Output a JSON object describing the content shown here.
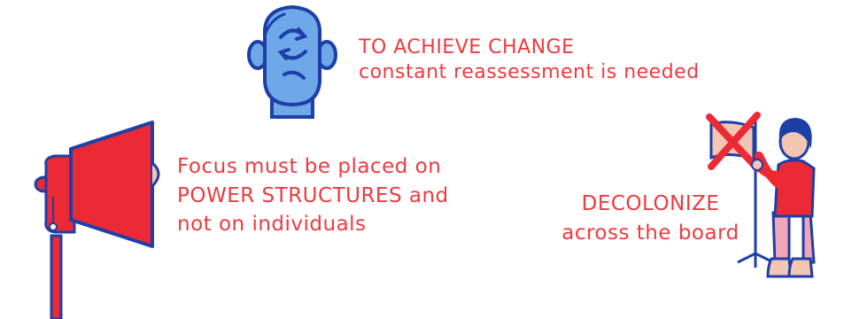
{
  "messages": {
    "change": {
      "line1": "TO ACHIEVE CHANGE",
      "line2": "constant reassessment is needed"
    },
    "focus": {
      "line1": "Focus must be placed on",
      "line2": "POWER STRUCTURES and",
      "line3": "not on individuals"
    },
    "decolonize": {
      "line1": "DECOLONIZE",
      "line2": "across the board"
    }
  },
  "colors": {
    "text_red": "#ee3a3f",
    "outline_blue": "#1d3fa8",
    "head_blue": "#6fa8e8",
    "lamp_red": "#ec2a35",
    "skin": "#f3c6b4",
    "pants_pink": "#f2a7b8"
  }
}
